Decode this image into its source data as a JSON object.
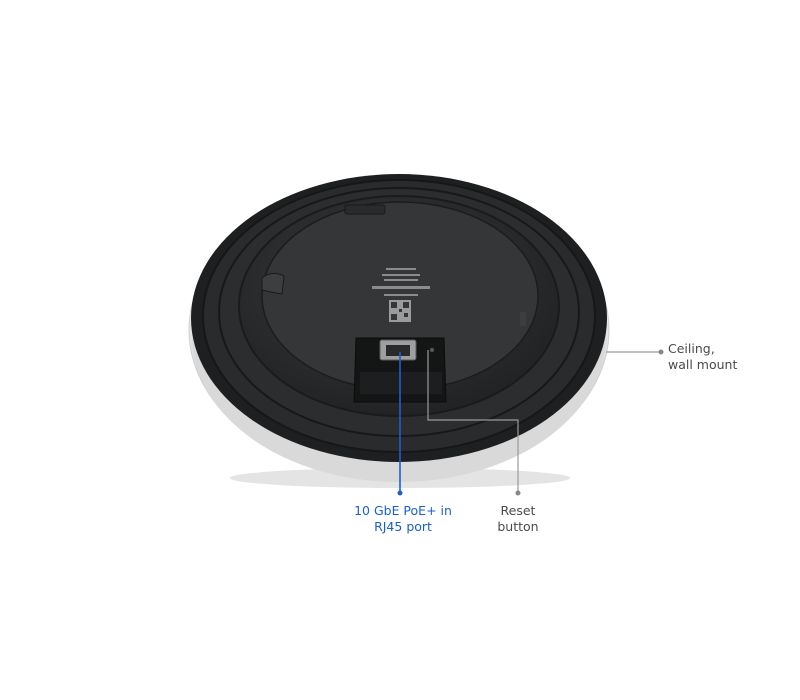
{
  "callouts": {
    "mount": {
      "line1": "Ceiling,",
      "line2": "wall mount"
    },
    "port": {
      "line1": "10 GbE PoE+ in",
      "line2": "RJ45 port"
    },
    "reset": {
      "line1": "Reset",
      "line2": "button"
    }
  },
  "colors": {
    "port_callout": "#1a5fd0",
    "neutral_callout": "#888888",
    "housing": "#2f3030",
    "rim": "#e8e8e8"
  }
}
